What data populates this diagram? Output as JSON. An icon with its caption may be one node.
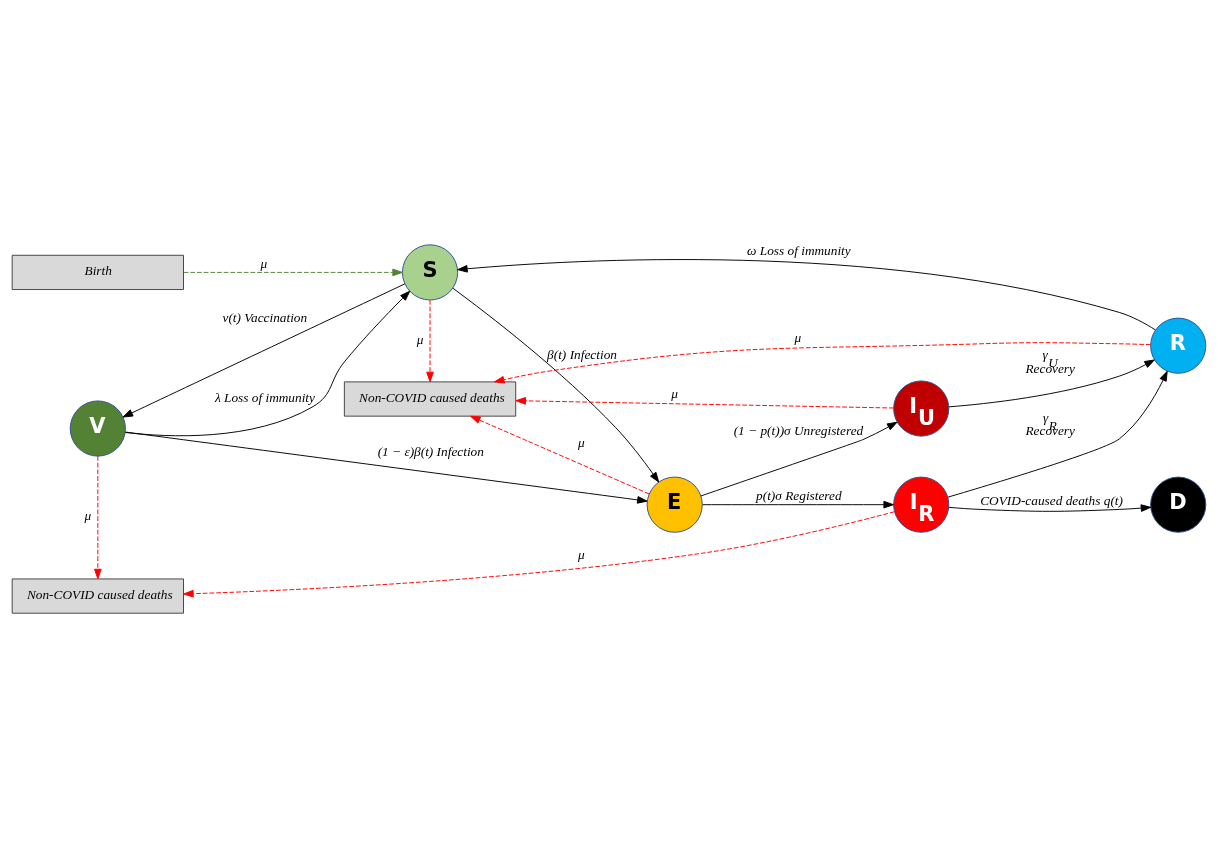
{
  "diagram": {
    "nodes": [
      {
        "text": [
          "Non-COVID caused deaths"
        ]
      },
      {
        "text": [
          "V"
        ]
      },
      {
        "text": [
          "S"
        ]
      },
      {
        "text": [
          "E"
        ]
      },
      {
        "text": [
          "I$_{R}$"
        ]
      },
      {
        "text": [
          "D"
        ]
      },
      {
        "text": [
          "R"
        ]
      },
      {
        "text": [
          "I$_{U}$"
        ]
      },
      {
        "text": [
          "Birth"
        ]
      },
      {
        "text": [
          "Non-COVID caused deaths"
        ]
      }
    ],
    "edges": [
      {
        "from": 1,
        "to": 0,
        "arrow": "to",
        "label": "μ",
        "style": "dashed",
        "color": "#ff0000"
      },
      {
        "from": 4,
        "to": 0,
        "arrow": "to",
        "label": "μ",
        "style": "dashed",
        "color": "#ff0000"
      },
      {
        "from": 1,
        "to": 3,
        "arrow": "to",
        "label": "(1 − ε)β(t) Infection"
      },
      {
        "from": 1,
        "to": 2,
        "arrow": "to",
        "label": "λ Loss of immunity"
      },
      {
        "from": 2,
        "to": 1,
        "arrow": "to",
        "label": "v(t) Vaccination"
      },
      {
        "from": 2,
        "to": 3,
        "arrow": "to",
        "label": "β(t) Infection"
      },
      {
        "from": 8,
        "to": 2,
        "arrow": "to",
        "label": "μ",
        "style": "dashed",
        "color": "#548235"
      },
      {
        "from": 3,
        "to": 4,
        "arrow": "to",
        "label": "p(t)σ Registered"
      },
      {
        "from": 3,
        "to": 7,
        "arrow": "to",
        "label": "(1 − p(t))σ Unregistered"
      },
      {
        "from": 4,
        "to": 5,
        "arrow": "to",
        "label": "COVID-caused deaths q(t)"
      },
      {
        "from": 4,
        "to": 6,
        "arrow": "to",
        "label": "γ$_{R}$ Recovery"
      },
      {
        "from": 7,
        "to": 6,
        "arrow": "to",
        "label": "γ$_{U}$ Recovery"
      },
      {
        "from": 2,
        "to": 9,
        "arrow": "to",
        "label": "μ",
        "style": "dashed",
        "color": "#ff0000"
      },
      {
        "from": 3,
        "to": 9,
        "arrow": "to",
        "label": "μ",
        "style": "dashed",
        "color": "#ff0000"
      },
      {
        "from": 7,
        "to": 9,
        "arrow": "to",
        "label": "μ",
        "style": "dashed",
        "color": "#ff0000"
      },
      {
        "from": 6,
        "to": 9,
        "arrow": "to",
        "label": "μ",
        "style": "dashed",
        "color": "#ff0000"
      },
      {
        "from": 6,
        "to": 2,
        "arrow": "to",
        "label": "ω Loss of immunity"
      }
    ]
  }
}
